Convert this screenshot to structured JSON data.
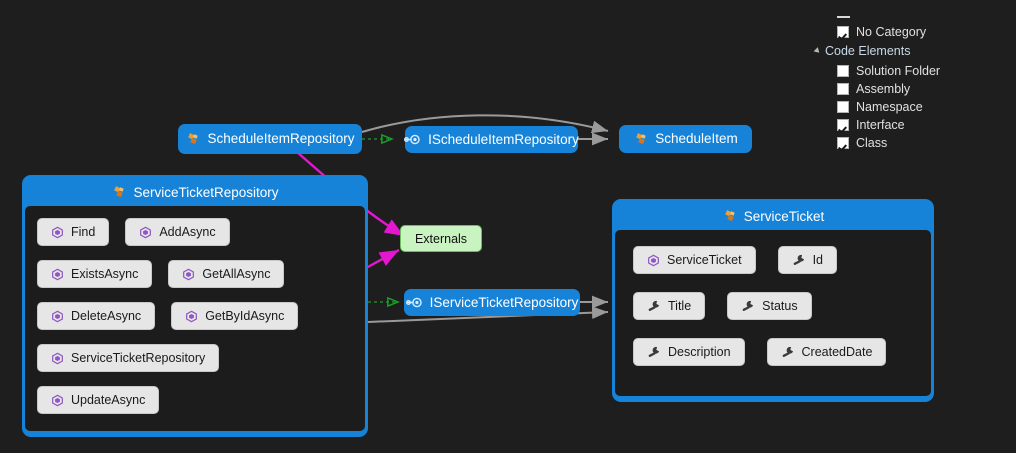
{
  "canvas": {
    "background": "#1e1e1e"
  },
  "colors": {
    "node_blue": "#1683d8",
    "chip_gray": "#e6e6e6",
    "externals_green": "#c9f3c0",
    "externals_border": "#6bbf5c",
    "edge_gray": "#9a9a9a",
    "edge_magenta": "#e516d0",
    "edge_green": "#19a02a",
    "class_icon_orange": "#e0822a",
    "method_icon_purple": "#8f57c4",
    "property_icon_gray": "#3c3c3c",
    "interface_icon_blue": "#cfe8ff"
  },
  "nodes": {
    "schedule_item_repository": {
      "label": "ScheduleItemRepository",
      "icon": "class-icon",
      "type": "class"
    },
    "ischedule_item_repository": {
      "label": "IScheduleItemRepository",
      "icon": "interface-icon",
      "type": "interface"
    },
    "schedule_item": {
      "label": "ScheduleItem",
      "icon": "class-icon",
      "type": "class"
    },
    "iservice_ticket_repository": {
      "label": "IServiceTicketRepository",
      "icon": "interface-icon",
      "type": "interface"
    },
    "externals": {
      "label": "Externals",
      "type": "group"
    },
    "service_ticket_repository": {
      "label": "ServiceTicketRepository",
      "icon": "class-icon",
      "members": [
        {
          "label": "Find",
          "icon": "method-icon"
        },
        {
          "label": "AddAsync",
          "icon": "method-icon"
        },
        {
          "label": "ExistsAsync",
          "icon": "method-icon"
        },
        {
          "label": "GetAllAsync",
          "icon": "method-icon"
        },
        {
          "label": "DeleteAsync",
          "icon": "method-icon"
        },
        {
          "label": "GetByIdAsync",
          "icon": "method-icon"
        },
        {
          "label": "ServiceTicketRepository",
          "icon": "method-icon"
        },
        {
          "label": "UpdateAsync",
          "icon": "method-icon"
        }
      ]
    },
    "service_ticket": {
      "label": "ServiceTicket",
      "icon": "class-icon",
      "members": [
        {
          "label": "ServiceTicket",
          "icon": "method-icon"
        },
        {
          "label": "Id",
          "icon": "property-icon"
        },
        {
          "label": "Title",
          "icon": "property-icon"
        },
        {
          "label": "Status",
          "icon": "property-icon"
        },
        {
          "label": "Description",
          "icon": "property-icon"
        },
        {
          "label": "CreatedDate",
          "icon": "property-icon"
        }
      ]
    }
  },
  "legend": {
    "no_category": {
      "label": "No Category",
      "checked": true
    },
    "group_title": "Code Elements",
    "items": [
      {
        "label": "Solution Folder",
        "checked": false
      },
      {
        "label": "Assembly",
        "checked": false
      },
      {
        "label": "Namespace",
        "checked": false
      },
      {
        "label": "Interface",
        "checked": true
      },
      {
        "label": "Class",
        "checked": true
      }
    ]
  }
}
